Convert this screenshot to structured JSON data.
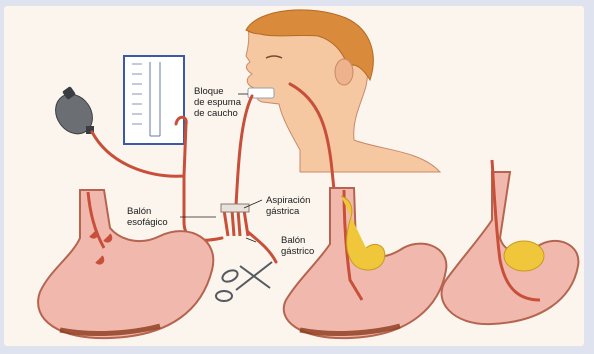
{
  "labels": {
    "foam_block": [
      "Bloque",
      "de espuma",
      "de caucho"
    ],
    "gastric_aspiration": [
      "Aspiración",
      "gástrica"
    ],
    "esophageal_balloon": [
      "Balón",
      "esofágico"
    ],
    "gastric_balloon": [
      "Balón",
      "gástrico"
    ]
  },
  "colors": {
    "background": "#dfe3ef",
    "panel": "#fbf5ee",
    "tube": "#c8503a",
    "stomach_fill": "#f1b9ad",
    "stomach_outline": "#b5654f",
    "balloon": "#f0c63a",
    "skin": "#f6c8a2",
    "hair": "#d98a3a"
  },
  "icons": [
    "manometer-icon",
    "bulb-pump-icon",
    "scissors-icon",
    "head-profile-icon",
    "stomach-icon"
  ]
}
